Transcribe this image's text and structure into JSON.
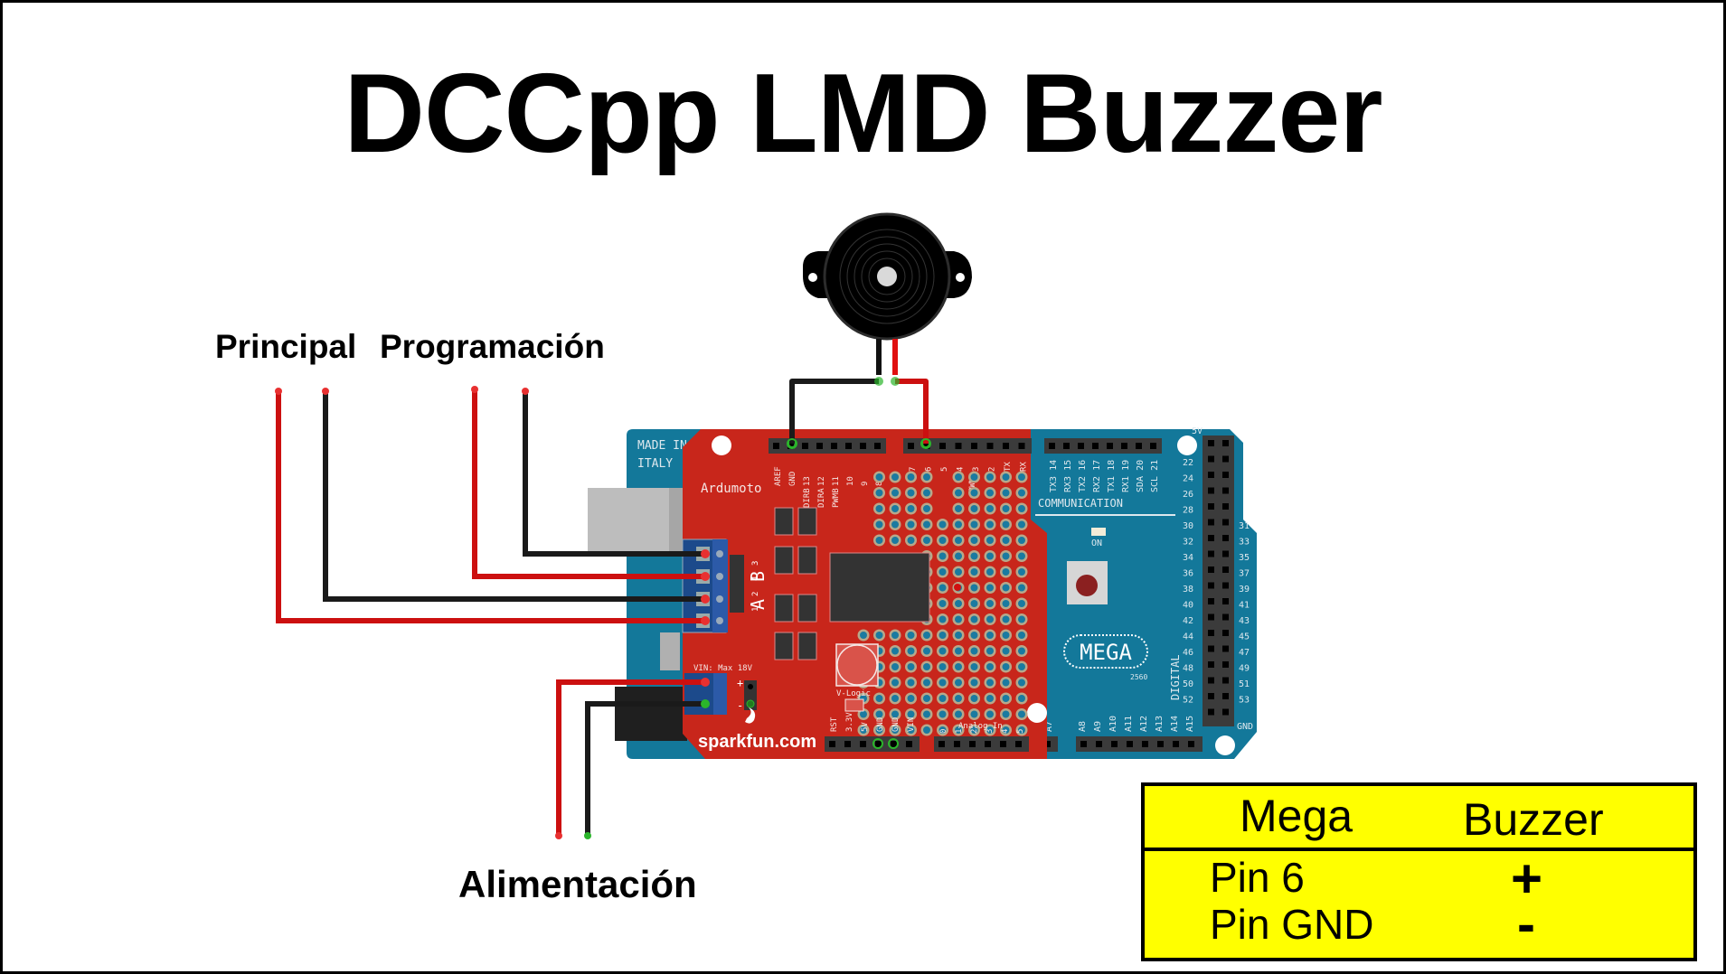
{
  "title": "DCCpp LMD Buzzer",
  "labels": {
    "principal": "Principal",
    "programacion": "Programación",
    "alimentacion": "Alimentación"
  },
  "components": {
    "buzzer": {
      "name": "Piezo buzzer"
    },
    "arduino": {
      "name": "Arduino Mega 2560",
      "made_in": "MADE IN",
      "italy": "ITALY",
      "mega_logo": "MEGA",
      "model": "2560",
      "on_led": "ON",
      "communication": "COMMUNICATION",
      "digital": "DIGITAL",
      "five_v": "5V",
      "gnd": "GND",
      "comm_pins": [
        "TX3 14",
        "RX3 15",
        "TX2 16",
        "RX2 17",
        "TX1 18",
        "RX1 19",
        "SDA 20",
        "SCL 21"
      ],
      "digital_left": [
        "22",
        "24",
        "26",
        "28",
        "30",
        "32",
        "34",
        "36",
        "38",
        "40",
        "42",
        "44",
        "46",
        "48",
        "50",
        "52"
      ],
      "digital_right": [
        "31",
        "33",
        "35",
        "37",
        "39",
        "41",
        "43",
        "45",
        "47",
        "49",
        "51",
        "53"
      ],
      "analog_high": [
        "A7",
        "A8",
        "A9",
        "A10",
        "A11",
        "A12",
        "A13",
        "A14",
        "A15"
      ]
    },
    "shield": {
      "name": "Ardumoto",
      "brand": "sparkfun.com",
      "vin_label": "VIN: Max 18V",
      "v_logic": "V-Logic",
      "analog_in": "Analog In",
      "top_pins_left": [
        "AREF",
        "GND",
        "13",
        "12",
        "11",
        "10",
        "9",
        "8"
      ],
      "top_pins_left_sub": [
        "",
        "",
        "DIRB",
        "DIRA",
        "PWMB",
        "",
        "",
        ""
      ],
      "top_pins_right": [
        "7",
        "6",
        "5",
        "4",
        "3",
        "2",
        "TX",
        "RX"
      ],
      "pwma": "PWMA",
      "power_pins": [
        "RST",
        "3.3V",
        "5V",
        "GND",
        "GND",
        "VIN"
      ],
      "analog_pins": [
        "0",
        "1",
        "2",
        "3",
        "4",
        "5"
      ],
      "motor_a": "A",
      "motor_b": "B",
      "motor_pins": [
        "3",
        "4",
        "2",
        "1"
      ],
      "plus": "+",
      "minus": "-"
    }
  },
  "colors": {
    "wire_red": "#cc1010",
    "wire_black": "#1a1a1a",
    "shield_red": "#c8261b",
    "mega_blue": "#13789a",
    "table_yellow": "#ffff00",
    "connected_green": "#2bb52b"
  },
  "table": {
    "headers": [
      "Mega",
      "Buzzer"
    ],
    "rows": [
      {
        "mega": "Pin 6",
        "buzzer": "+"
      },
      {
        "mega": "Pin GND",
        "buzzer": "-"
      }
    ]
  }
}
